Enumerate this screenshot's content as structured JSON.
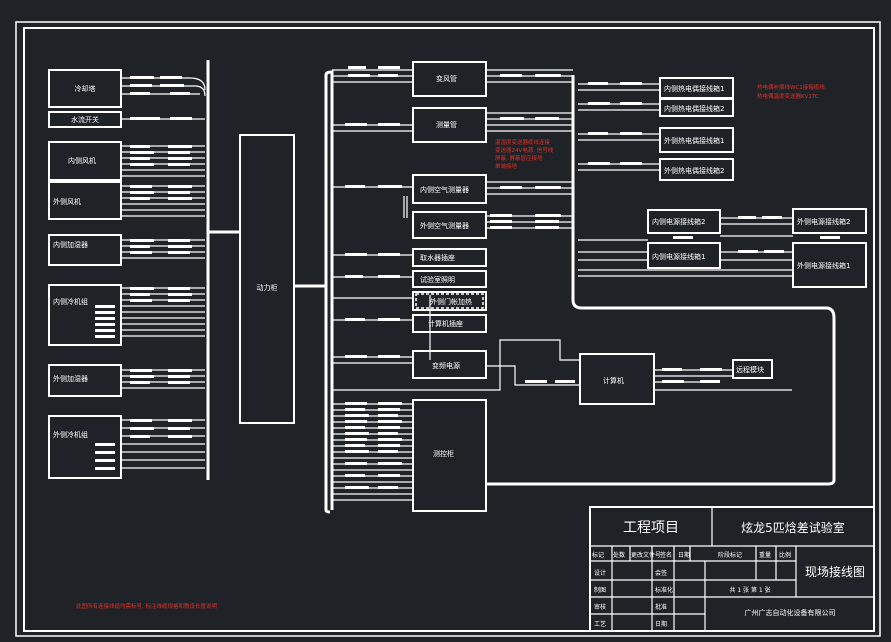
{
  "left_devices": [
    "冷却塔",
    "水流开关",
    "内侧风机",
    "外侧风机",
    "内侧加湿器",
    "内侧冷机组",
    "外侧加湿器",
    "外侧冷机组"
  ],
  "power_cabinet": "动力柜",
  "middle_devices": [
    "变风管",
    "测量管",
    "内侧空气测量器",
    "外侧空气测量器",
    "取水器插座",
    "试验室照明",
    "外侧门帐加热",
    "计算机插座",
    "变频电源"
  ],
  "control_cabinet": "测控柜",
  "computer": "计算机",
  "remote_module": "远程模块",
  "right_junctions": [
    "内侧热电偶接线箱1",
    "内侧热电偶接线箱2",
    "外侧热电偶接线箱1",
    "外侧热电偶接线箱2"
  ],
  "power_junctions": {
    "inner": [
      "内侧电源接线箱2",
      "内侧电源接线箱1"
    ],
    "outer": [
      "外侧电源接线箱2",
      "外侧电源接线箱1"
    ]
  },
  "notes": {
    "top_right": [
      "热电偶补偿线WC1接箱缆线,",
      "热电偶温度变送器KV1TC"
    ],
    "middle": [
      "温湿度变送器缆线连接",
      "变送器24V电源, 信号线",
      "屏蔽, 屏蔽层应接地",
      "单端接地"
    ],
    "bottom": "此图所有连接线缆均需标号, 标注线缆规格和敷设长度说明"
  },
  "title_block": {
    "project_label": "工程项目",
    "project_name": "炫龙5匹焓差试验室",
    "drawing_name": "现场接线图",
    "company": "广州广志自动化设备有限公司",
    "sheet_info": "共 1 张   第 1 张",
    "header_row": [
      "标记",
      "处数",
      "更改文件号",
      "签名",
      "日期",
      "阶段标记",
      "重量",
      "比例"
    ],
    "roles_left": [
      "设计",
      "制图",
      "审核",
      "工艺"
    ],
    "roles_right": [
      "标准化",
      "批准",
      "日期"
    ],
    "role_aux": "会签"
  }
}
